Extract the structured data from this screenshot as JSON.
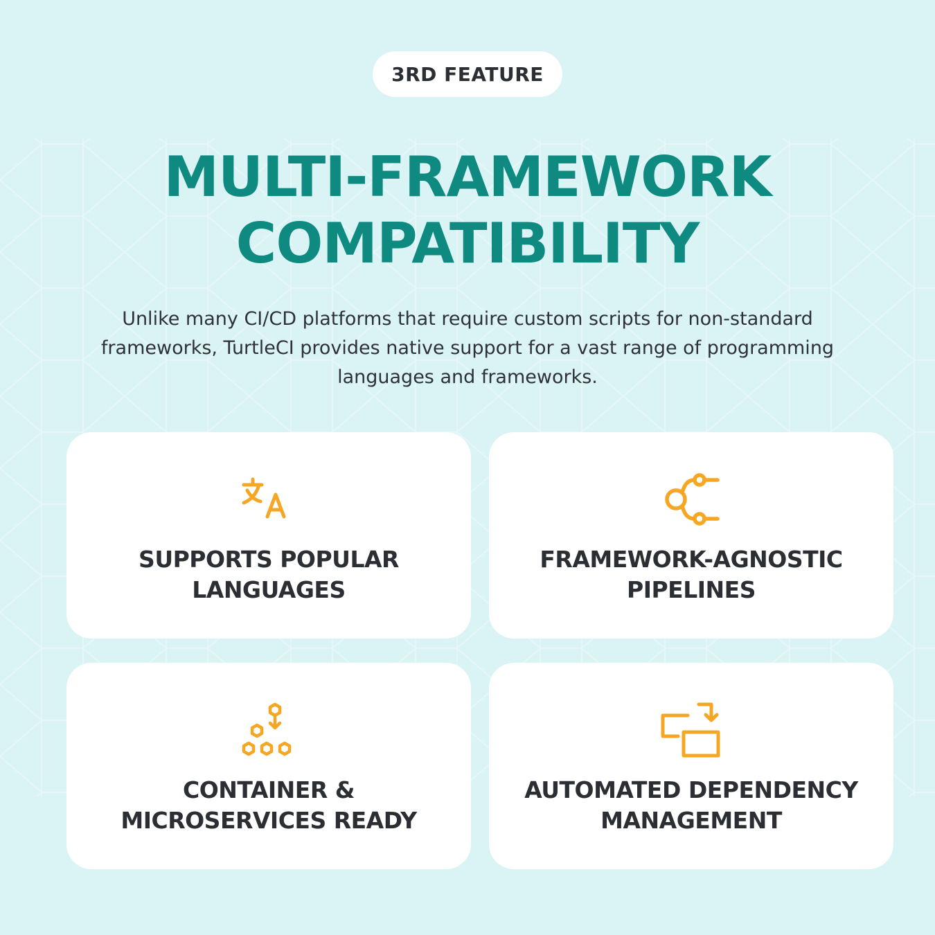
{
  "badge": "3RD FEATURE",
  "title": {
    "line1": "MULTI-FRAMEWORK",
    "line2": "COMPATIBILITY"
  },
  "description": "Unlike many CI/CD platforms that require custom scripts for non-standard frameworks, TurtleCI provides native support for a vast range of programming languages and frameworks.",
  "colors": {
    "background": "#daf3f5",
    "title": "#0f8a80",
    "icon": "#f5a623",
    "card": "#ffffff",
    "text": "#2b2e33"
  },
  "cards": [
    {
      "icon": "translate-icon",
      "line1": "SUPPORTS POPULAR",
      "line2": "LANGUAGES"
    },
    {
      "icon": "pipeline-icon",
      "line1": "FRAMEWORK-AGNOSTIC",
      "line2": "PIPELINES"
    },
    {
      "icon": "hexagon-stack-icon",
      "line1": "CONTAINER &",
      "line2": "MICROSERVICES READY"
    },
    {
      "icon": "screens-sync-icon",
      "line1": "AUTOMATED DEPENDENCY",
      "line2": "MANAGEMENT"
    }
  ]
}
